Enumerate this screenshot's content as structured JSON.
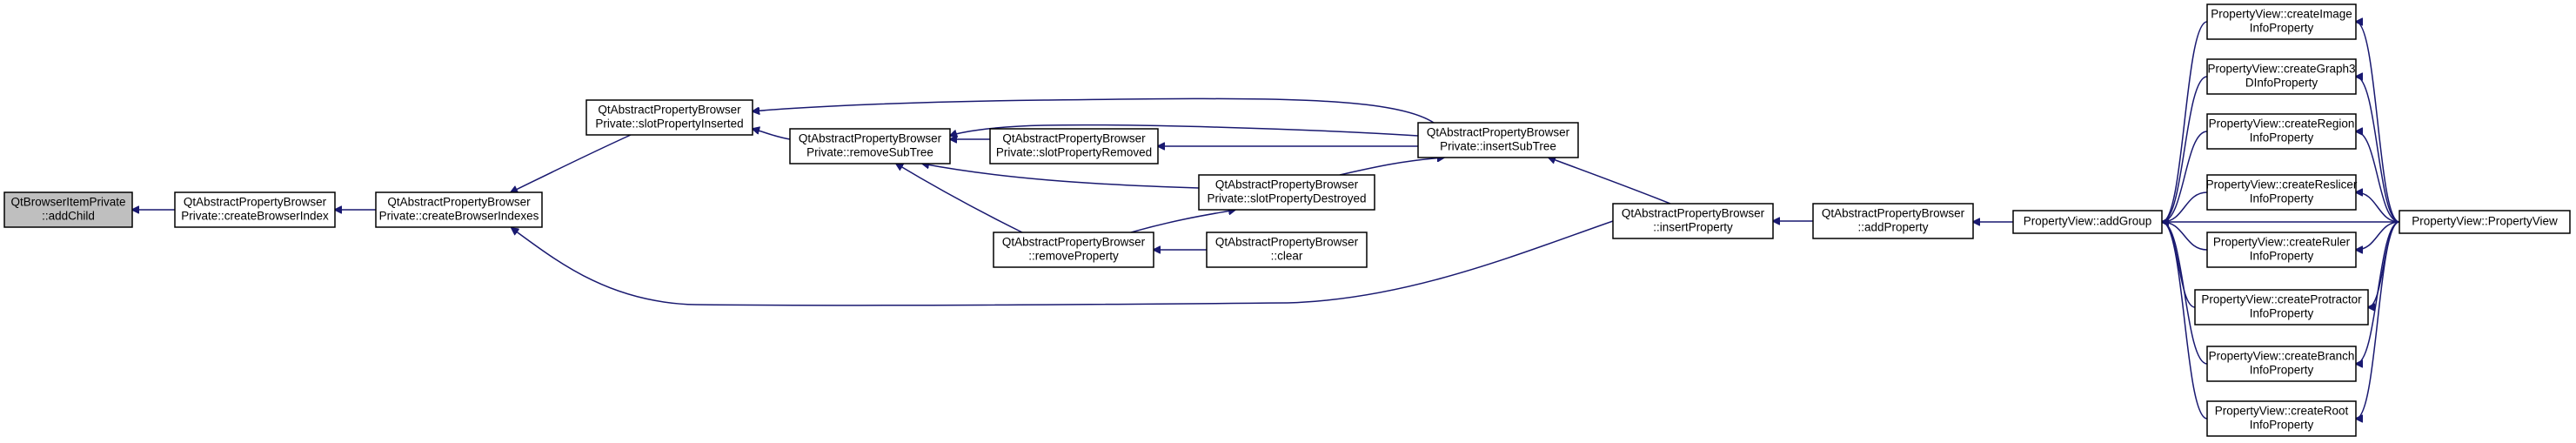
{
  "nodes": [
    {
      "id": "n1",
      "lines": [
        "QtBrowserItemPrivate",
        "::addChild"
      ],
      "highlight": true
    },
    {
      "id": "n2",
      "lines": [
        "QtAbstractPropertyBrowser",
        "Private::createBrowserIndex"
      ]
    },
    {
      "id": "n3",
      "lines": [
        "QtAbstractPropertyBrowser",
        "Private::createBrowserIndexes"
      ]
    },
    {
      "id": "n4",
      "lines": [
        "QtAbstractPropertyBrowser",
        "Private::slotPropertyInserted"
      ]
    },
    {
      "id": "n5",
      "lines": [
        "QtAbstractPropertyBrowser",
        "Private::removeSubTree"
      ]
    },
    {
      "id": "n6",
      "lines": [
        "QtAbstractPropertyBrowser",
        "Private::slotPropertyRemoved"
      ]
    },
    {
      "id": "n7",
      "lines": [
        "QtAbstractPropertyBrowser",
        "Private::insertSubTree"
      ]
    },
    {
      "id": "n8",
      "lines": [
        "QtAbstractPropertyBrowser",
        "Private::slotPropertyDestroyed"
      ]
    },
    {
      "id": "n9",
      "lines": [
        "QtAbstractPropertyBrowser",
        "::removeProperty"
      ]
    },
    {
      "id": "n10",
      "lines": [
        "QtAbstractPropertyBrowser",
        "::clear"
      ]
    },
    {
      "id": "n11",
      "lines": [
        "QtAbstractPropertyBrowser",
        "::insertProperty"
      ]
    },
    {
      "id": "n12",
      "lines": [
        "QtAbstractPropertyBrowser",
        "::addProperty"
      ]
    },
    {
      "id": "n13",
      "lines": [
        "PropertyView::addGroup"
      ]
    },
    {
      "id": "n14",
      "lines": [
        "PropertyView::createImage",
        "InfoProperty"
      ]
    },
    {
      "id": "n15",
      "lines": [
        "PropertyView::createGraph3",
        "DInfoProperty"
      ]
    },
    {
      "id": "n16",
      "lines": [
        "PropertyView::createRegion",
        "InfoProperty"
      ]
    },
    {
      "id": "n17",
      "lines": [
        "PropertyView::createReslicer",
        "InfoProperty"
      ]
    },
    {
      "id": "n18",
      "lines": [
        "PropertyView::createRuler",
        "InfoProperty"
      ]
    },
    {
      "id": "n19",
      "lines": [
        "PropertyView::createProtractor",
        "InfoProperty"
      ]
    },
    {
      "id": "n20",
      "lines": [
        "PropertyView::createBranch",
        "InfoProperty"
      ]
    },
    {
      "id": "n21",
      "lines": [
        "PropertyView::createRoot",
        "InfoProperty"
      ]
    },
    {
      "id": "n22",
      "lines": [
        "PropertyView::PropertyView"
      ]
    }
  ],
  "edges": [
    [
      "n2",
      "n1"
    ],
    [
      "n3",
      "n2"
    ],
    [
      "n4",
      "n3"
    ],
    [
      "n11",
      "n3"
    ],
    [
      "n7",
      "n4"
    ],
    [
      "n5",
      "n4"
    ],
    [
      "n6",
      "n5"
    ],
    [
      "n7",
      "n5"
    ],
    [
      "n9",
      "n5"
    ],
    [
      "n8",
      "n5"
    ],
    [
      "n7",
      "n6"
    ],
    [
      "n11",
      "n7"
    ],
    [
      "n8",
      "n7"
    ],
    [
      "n9",
      "n8"
    ],
    [
      "n10",
      "n9"
    ],
    [
      "n12",
      "n11"
    ],
    [
      "n13",
      "n12"
    ],
    [
      "n14",
      "n13"
    ],
    [
      "n15",
      "n13"
    ],
    [
      "n16",
      "n13"
    ],
    [
      "n17",
      "n13"
    ],
    [
      "n18",
      "n13"
    ],
    [
      "n19",
      "n13"
    ],
    [
      "n20",
      "n13"
    ],
    [
      "n21",
      "n13"
    ],
    [
      "n22",
      "n13"
    ],
    [
      "n22",
      "n14"
    ],
    [
      "n22",
      "n15"
    ],
    [
      "n22",
      "n16"
    ],
    [
      "n22",
      "n17"
    ],
    [
      "n22",
      "n18"
    ],
    [
      "n22",
      "n19"
    ],
    [
      "n22",
      "n20"
    ],
    [
      "n22",
      "n21"
    ]
  ],
  "colors": {
    "edge": "#191970",
    "highlight_fill": "#bfbfbf",
    "node_stroke": "#000000"
  }
}
